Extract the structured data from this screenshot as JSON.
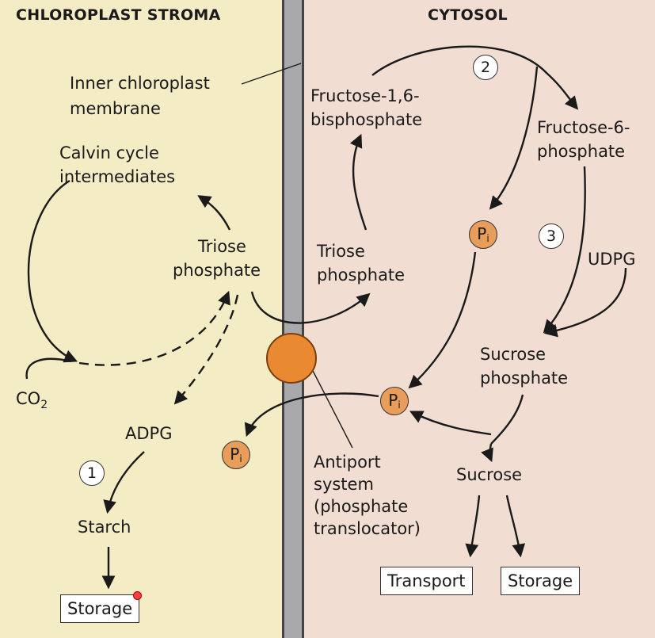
{
  "headers": {
    "stroma": "CHLOROPLAST STROMA",
    "cytosol": "CYTOSOL"
  },
  "stroma": {
    "membrane_label_1": "Inner chloroplast",
    "membrane_label_2": "membrane",
    "calvin_1": "Calvin cycle",
    "calvin_2": "intermediates",
    "triose_1": "Triose",
    "triose_2": "phosphate",
    "co2_main": "CO",
    "co2_sub": "2",
    "adpg": "ADPG",
    "starch": "Starch",
    "storage": "Storage",
    "step1": "1"
  },
  "cytosol": {
    "fbp_1": "Fructose-1,6-",
    "fbp_2": "bisphosphate",
    "f6p_1": "Fructose-6-",
    "f6p_2": "phosphate",
    "triose_1": "Triose",
    "triose_2": "phosphate",
    "udpg": "UDPG",
    "sucrose_phosphate_1": "Sucrose",
    "sucrose_phosphate_2": "phosphate",
    "sucrose": "Sucrose",
    "transport": "Transport",
    "storage": "Storage",
    "step2": "2",
    "step3": "3"
  },
  "antiport": {
    "line1": "Antiport",
    "line2": "system",
    "line3": "(phosphate",
    "line4": "translocator)"
  },
  "pi": {
    "main": "P",
    "sub": "i"
  }
}
